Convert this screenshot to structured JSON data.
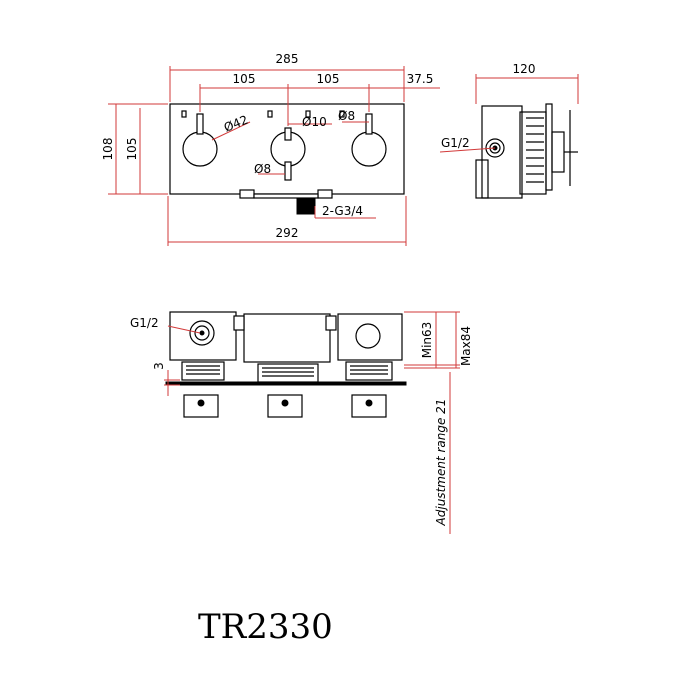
{
  "model": "TR2330",
  "front_view": {
    "overall_width": "285",
    "base_width": "292",
    "spacing_left": "105",
    "spacing_right": "105",
    "offset_right": "37.5",
    "height_outer": "108",
    "height_inner": "105",
    "handle_dia": "Ø42",
    "center_pin_dia": "Ø10",
    "right_pin_dia": "Ø8",
    "left_pin_dia": "Ø8",
    "bottom_ports": "2-G3/4"
  },
  "side_view": {
    "depth": "120",
    "inlet": "G1/2"
  },
  "plan_view": {
    "inlet": "G1/2",
    "offset_bottom": "3",
    "min_depth": "Min63",
    "max_depth": "Max84",
    "adjustment": "Adjustment range 21"
  }
}
